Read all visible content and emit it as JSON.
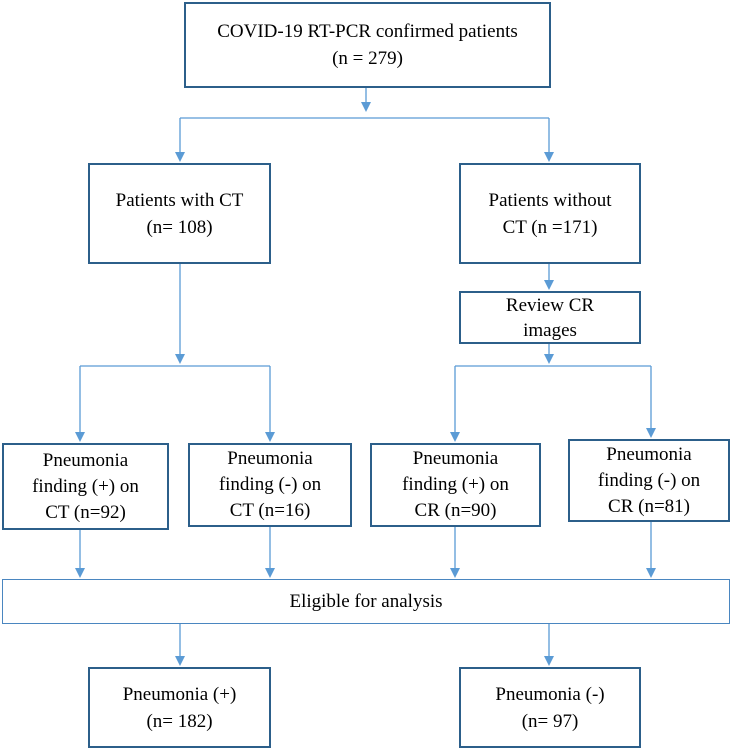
{
  "nodes": {
    "confirmed": {
      "line1": "COVID-19 RT-PCR confirmed patients",
      "line2": "(n = 279)"
    },
    "with_ct": {
      "line1": "Patients with CT",
      "line2": "(n= 108)"
    },
    "without_ct": {
      "line1": "Patients without",
      "line2": "CT (n =171)"
    },
    "review_cr": {
      "line1": "Review CR",
      "line2": "images"
    },
    "ct_pos": {
      "line1": "Pneumonia",
      "line2": "finding (+) on",
      "line3": "CT (n=92)"
    },
    "ct_neg": {
      "line1": "Pneumonia",
      "line2": "finding (-) on",
      "line3": "CT (n=16)"
    },
    "cr_pos": {
      "line1": "Pneumonia",
      "line2": "finding (+) on",
      "line3": "CR (n=90)"
    },
    "cr_neg": {
      "line1": "Pneumonia",
      "line2": "finding (-) on",
      "line3": "CR (n=81)"
    },
    "eligible": {
      "line1": "Eligible for analysis"
    },
    "pneumonia_pos": {
      "line1": "Pneumonia (+)",
      "line2": "(n= 182)"
    },
    "pneumonia_neg": {
      "line1": "Pneumonia (-)",
      "line2": "(n= 97)"
    }
  },
  "colors": {
    "box_border": "#2c5f8a",
    "connector": "#5b9bd5"
  }
}
